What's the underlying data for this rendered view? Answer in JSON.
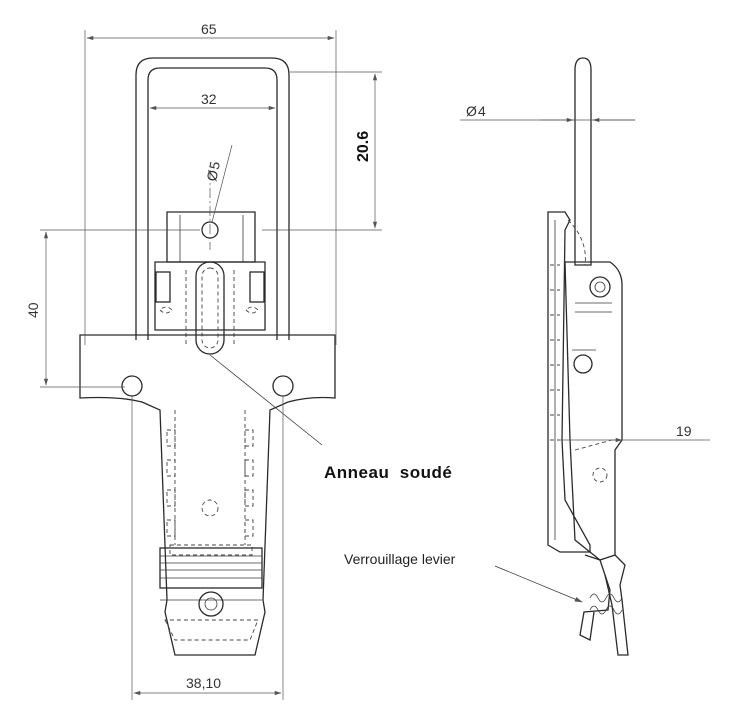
{
  "dimensions": {
    "width_total": "65",
    "inner_width": "32",
    "hole_diameter": "5",
    "height_top": "20.6",
    "height_side": "40",
    "base_width": "38,10",
    "pin_diameter": "4",
    "side_offset": "19"
  },
  "symbols": {
    "diameter": "Ø"
  },
  "labels": {
    "welded_ring": "Anneau  soudé",
    "lever_lock": "Verrouillage levier"
  }
}
